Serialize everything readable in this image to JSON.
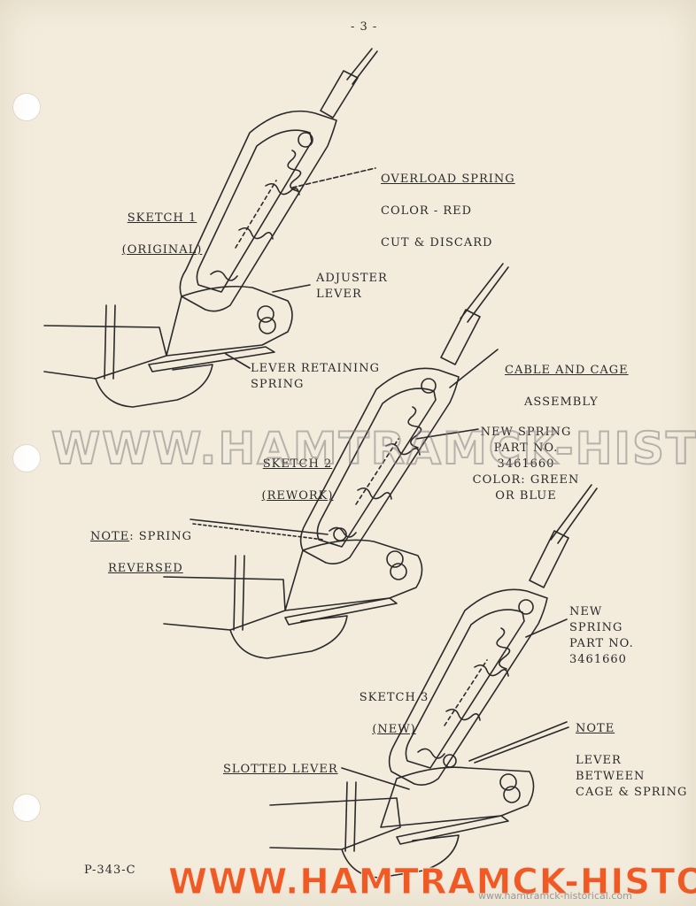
{
  "page_number": "- 3 -",
  "form_code": "P-343-C",
  "sketch1": {
    "title": "SKETCH 1",
    "subtitle": "(ORIGINAL)"
  },
  "sketch2": {
    "title": "SKETCH 2",
    "subtitle": "(REWORK)"
  },
  "sketch3": {
    "title": "SKETCH 3",
    "subtitle": "(NEW)"
  },
  "callouts": {
    "overload_spring": {
      "line1": "OVERLOAD SPRING",
      "line2": "COLOR - RED",
      "line3": "CUT & DISCARD"
    },
    "adjuster_lever": "ADJUSTER\nLEVER",
    "lever_retaining_spring": "LEVER RETAINING\nSPRING",
    "cable_and_cage": {
      "line1": "CABLE AND CAGE",
      "line2": "ASSEMBLY"
    },
    "new_spring_2": "NEW SPRING\nPART NO. 3461660\nCOLOR:  GREEN\nOR BLUE",
    "note_spring_reversed": {
      "note": "NOTE",
      "line1": ":  SPRING",
      "line2": "REVERSED"
    },
    "new_spring_3": "NEW\nSPRING\nPART NO.\n3461660",
    "note_lever": {
      "note": "NOTE",
      "body": "LEVER\nBETWEEN\nCAGE & SPRING"
    },
    "slotted_lever": "SLOTTED LEVER"
  },
  "watermark": {
    "main": "WWW.HAMTRAMCK-HISTORICAL.COM",
    "small": "www.hamtramck-historical.com"
  },
  "colors": {
    "paper": "#f3ecdd",
    "ink": "#2a2a2a",
    "watermark_orange": "#f15a24"
  }
}
